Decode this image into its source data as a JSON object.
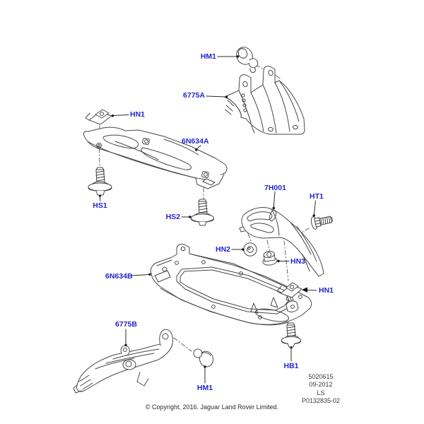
{
  "colors": {
    "background": "#ffffff",
    "callout_text": "#2323cd",
    "line_art": "#474747",
    "leader_line": "#2b2b2b",
    "axis_dash": "#555555"
  },
  "callouts": {
    "hm1_top": "HM1",
    "bracket_6775a": "6775A",
    "hn1_top": "HN1",
    "panel_6n634a": "6N634A",
    "hs1": "HS1",
    "hs2": "HS2",
    "shield_7h001": "7H001",
    "ht1": "HT1",
    "hn2": "HN2",
    "hn3": "HN3",
    "panel_6n634b": "6N634B",
    "hn1_right": "HN1",
    "bracket_6775b": "6775B",
    "hm1_bottom": "HM1",
    "hb1": "HB1"
  },
  "info_box": {
    "catalog_number": "5020615",
    "date": "09-2012",
    "market": "LS",
    "drawing_number": "P0132835-02"
  },
  "footer": {
    "copyright": "© Copyright, 2016. Jaguar Land Rover Limited."
  }
}
